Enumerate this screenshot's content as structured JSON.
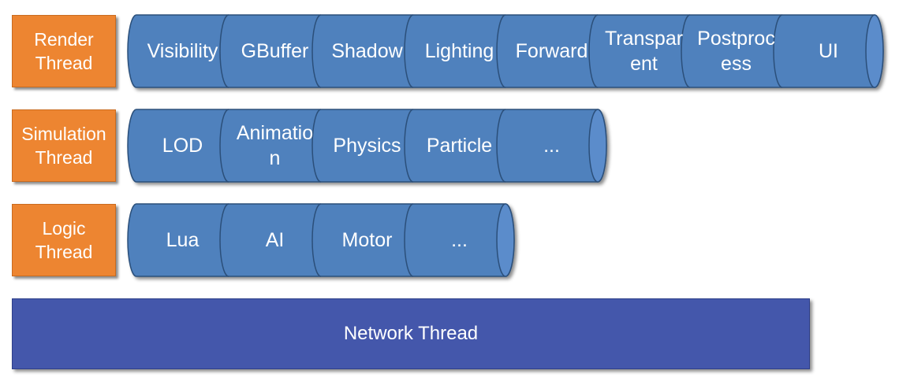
{
  "colors": {
    "thread_label_fill": "#ed8531",
    "segment_fill": "#4f81bd",
    "segment_end_fill": "#5b8ccb",
    "segment_stroke": "#2b4f7a",
    "network_fill": "#4457ab"
  },
  "rows": [
    {
      "thread": "Render\nThread",
      "segments": [
        "Visibility",
        "GBuffer",
        "Shadow",
        "Lighting",
        "Forward",
        "Transparent",
        "Postprocess",
        "UI"
      ]
    },
    {
      "thread": "Simulation\nThread",
      "segments": [
        "LOD",
        "Animation",
        "Physics",
        "Particle",
        "..."
      ]
    },
    {
      "thread": "Logic\nThread",
      "segments": [
        "Lua",
        "AI",
        "Motor",
        "..."
      ]
    }
  ],
  "network": {
    "label": "Network Thread"
  }
}
